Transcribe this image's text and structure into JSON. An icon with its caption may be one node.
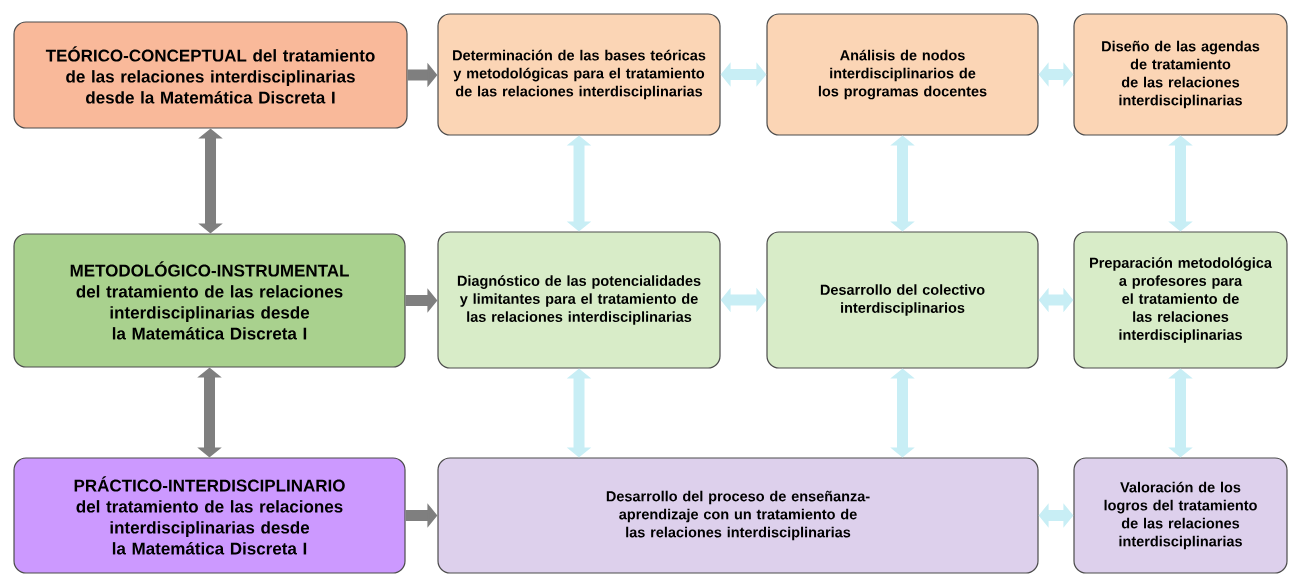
{
  "diagram": {
    "nodes": [
      {
        "text": [
          "TEÓRICO-CONCEPTUAL del tratamiento de las relaciones interdisciplinarias desde la Matemática Discreta I"
        ]
      },
      {
        "text": [
          "Determinación de las bases teóricas y metodológicas para el tratamiento de las relaciones interdisciplinarias"
        ]
      },
      {
        "text": [
          "Análisis de nodos interdisciplinarios de los programas docentes"
        ]
      },
      {
        "text": [
          "Diseño de las agendas de tratamiento de las relaciones interdisciplinarias"
        ]
      },
      {
        "text": [
          "METODOLÓGICO-INSTRUMENTAL del tratamiento de las relaciones interdisciplinarias desde la Matemática Discreta I"
        ]
      },
      {
        "text": [
          "Diagnóstico de las potencialidades y limitantes para el tratamiento de las relaciones interdisciplinarias"
        ]
      },
      {
        "text": [
          "Desarrollo del colectivo interdisciplinarios"
        ]
      },
      {
        "text": [
          "Preparación metodológica a profesores para el tratamiento de las relaciones interdisciplinarias"
        ]
      },
      {
        "text": [
          "PRÁCTICO-INTERDISCIPLINARIO del tratamiento de las relaciones interdisciplinarias desde la Matemática Discreta I"
        ]
      },
      {
        "text": [
          "Desarrollo del proceso de enseñanza-aprendizaje con un tratamiento de las relaciones interdisciplinarias"
        ]
      },
      {
        "text": [
          "Valoración de los logros del tratamiento de las relaciones interdisciplinarias"
        ]
      }
    ],
    "edges": [
      {
        "from": 0,
        "to": 1,
        "arrow": "to",
        "color": "#7f7f7f"
      },
      {
        "from": 4,
        "to": 5,
        "arrow": "to",
        "color": "#7f7f7f"
      },
      {
        "from": 8,
        "to": 9,
        "arrow": "to",
        "color": "#7f7f7f"
      },
      {
        "from": 0,
        "to": 4,
        "arrow": "both",
        "color": "#7f7f7f"
      },
      {
        "from": 4,
        "to": 8,
        "arrow": "both",
        "color": "#7f7f7f"
      },
      {
        "from": 1,
        "to": 2,
        "arrow": "both"
      },
      {
        "from": 2,
        "to": 3,
        "arrow": "both"
      },
      {
        "from": 1,
        "to": 5,
        "arrow": "both"
      },
      {
        "from": 2,
        "to": 6,
        "arrow": "both"
      },
      {
        "from": 3,
        "to": 7,
        "arrow": "both"
      },
      {
        "from": 5,
        "to": 6,
        "arrow": "both"
      },
      {
        "from": 6,
        "to": 7,
        "arrow": "both"
      },
      {
        "from": 5,
        "to": 9,
        "arrow": "both"
      },
      {
        "from": 6,
        "to": 9,
        "arrow": "both"
      },
      {
        "from": 7,
        "to": 10,
        "arrow": "both"
      },
      {
        "from": 9,
        "to": 10,
        "arrow": "both"
      }
    ]
  }
}
